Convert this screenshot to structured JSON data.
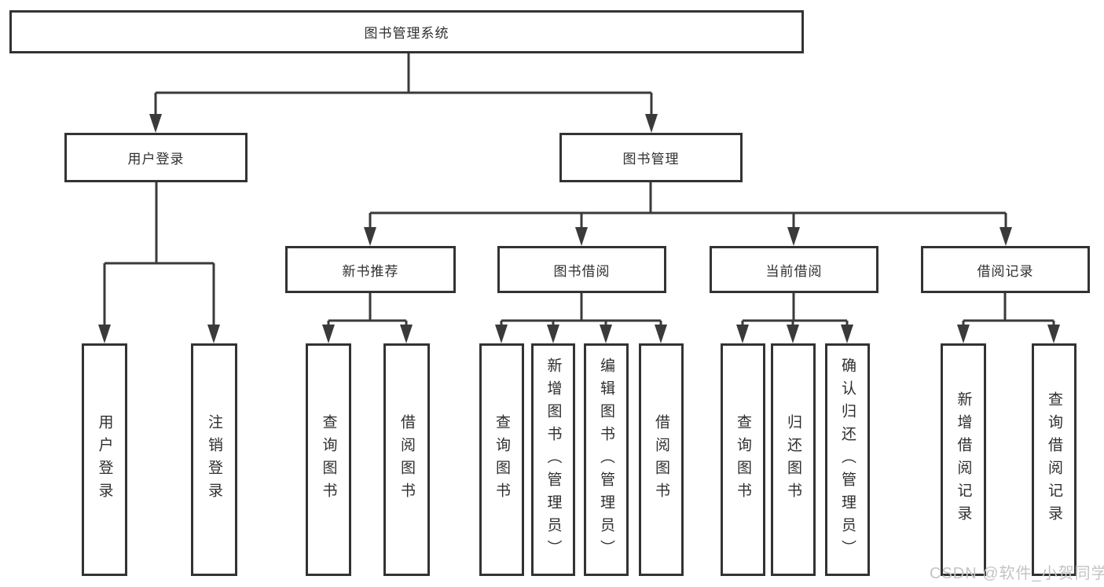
{
  "diagram": {
    "title": "图书管理系统",
    "root": "图书管理系统",
    "user_login": {
      "label": "用户登录",
      "children": [
        "用户登录",
        "注销登录"
      ]
    },
    "book_mgmt": {
      "label": "图书管理",
      "children": [
        {
          "label": "新书推荐",
          "children": [
            "查询图书",
            "借阅图书"
          ]
        },
        {
          "label": "图书借阅",
          "children": [
            "查询图书",
            "新增图书（管理员）",
            "编辑图书（管理员）",
            "借阅图书"
          ]
        },
        {
          "label": "当前借阅",
          "children": [
            "查询图书",
            "归还图书",
            "确认归还（管理员）"
          ]
        },
        {
          "label": "借阅记录",
          "children": [
            "新增借阅记录",
            "查询借阅记录"
          ]
        }
      ]
    }
  },
  "watermark": {
    "text": "CSDN @软件_小贺同学",
    "color": "#c4c4c4"
  },
  "colors": {
    "line": "#3a3a3a",
    "box_border": "#333333",
    "box_fill": "#ffffff",
    "text": "#2f2f2f",
    "background": "#ffffff"
  }
}
